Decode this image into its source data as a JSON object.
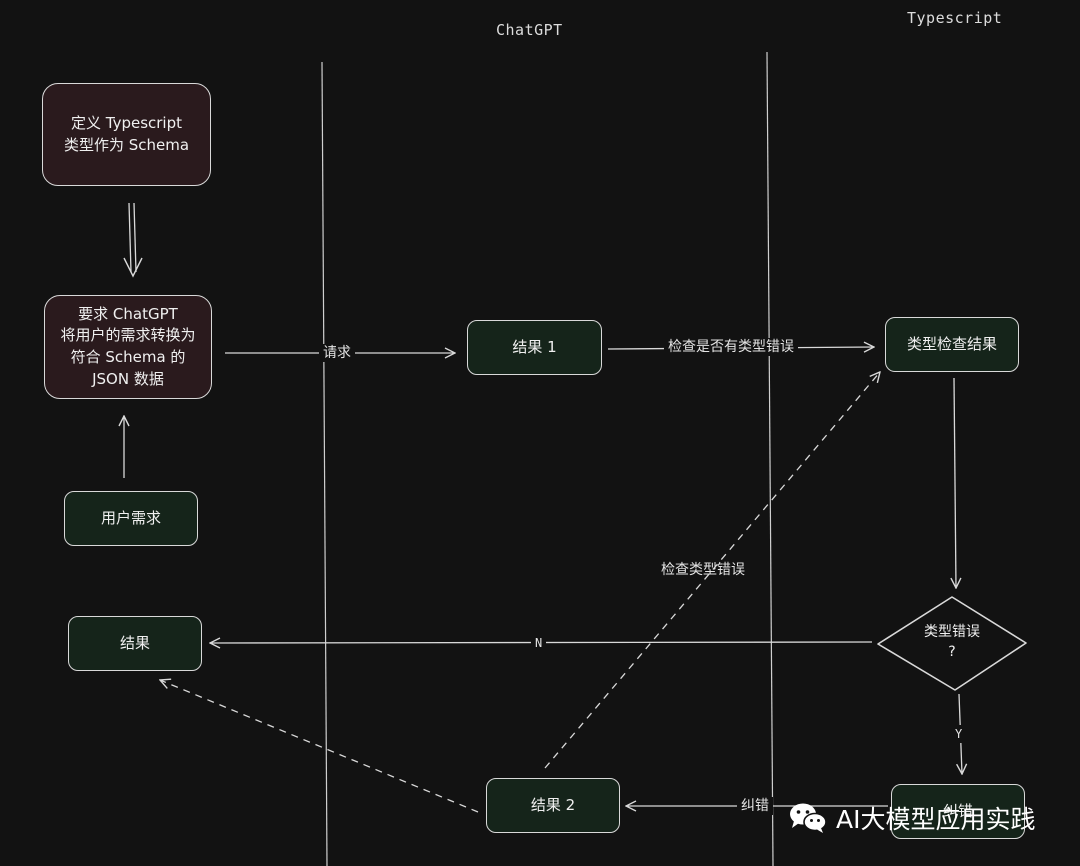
{
  "lanes": {
    "chatgpt": "ChatGPT",
    "typescript": "Typescript"
  },
  "nodes": {
    "define_schema": "定义 Typescript\n类型作为 Schema",
    "ask_chatgpt": "要求 ChatGPT\n将用户的需求转换为\n符合 Schema 的\nJSON 数据",
    "user_need": "用户需求",
    "result_final": "结果",
    "result_1": "结果 1",
    "result_2": "结果 2",
    "type_check_result": "类型检查结果",
    "type_error_decision": "类型错误\n?",
    "fix_box": "纠错"
  },
  "edges": {
    "request": "请求",
    "check_any_type_error": "检查是否有类型错误",
    "check_type_error": "检查类型错误",
    "no": "N",
    "yes": "Y",
    "fix": "纠错"
  },
  "watermark": {
    "text": "AI大模型应用实践",
    "icon": "wechat-icon"
  },
  "colors": {
    "background": "#121212",
    "stroke": "#d9d9d9",
    "pink_fill": "#2a1a1d",
    "green_fill": "#15241a"
  }
}
